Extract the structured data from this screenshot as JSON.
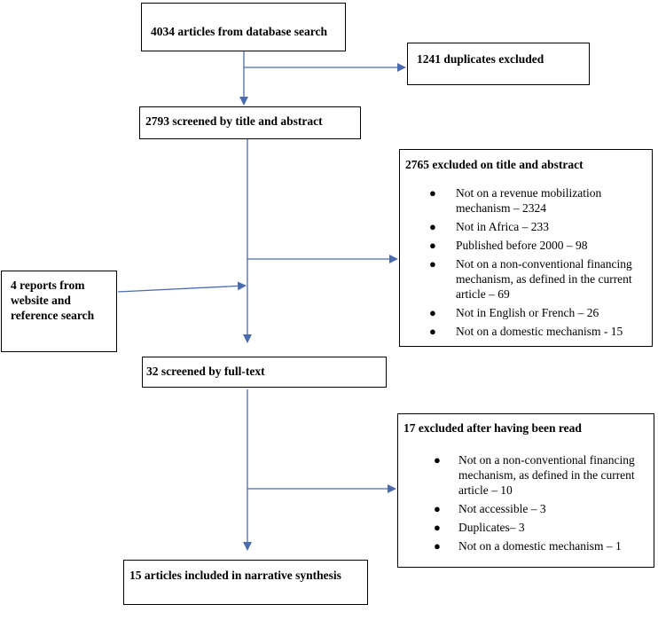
{
  "diagram": {
    "colors": {
      "arrow": "#4a6bb0",
      "border": "#000000"
    },
    "database_search": "4034 articles from database search",
    "duplicates_excluded": "1241 duplicates excluded",
    "screened_title_abstract": "2793 screened by title and abstract",
    "excluded_title_abstract": {
      "title": "2765 excluded on title and abstract",
      "reasons": [
        "Not on a revenue mobilization mechanism – 2324",
        "Not in Africa – 233",
        "Published before 2000 – 98",
        "Not on a non-conventional financing mechanism, as defined in the current article – 69",
        "Not in English or French – 26",
        "Not on a domestic mechanism - 15"
      ]
    },
    "other_sources": "4 reports from website and reference search",
    "screened_full_text": "32 screened by full-text",
    "excluded_after_reading": {
      "title": "17 excluded after having been read",
      "reasons": [
        "Not on a non-conventional financing mechanism, as defined in the current article – 10",
        "Not accessible – 3",
        "Duplicates– 3",
        "Not on a domestic mechanism – 1"
      ]
    },
    "included": "15 articles included in narrative synthesis"
  }
}
